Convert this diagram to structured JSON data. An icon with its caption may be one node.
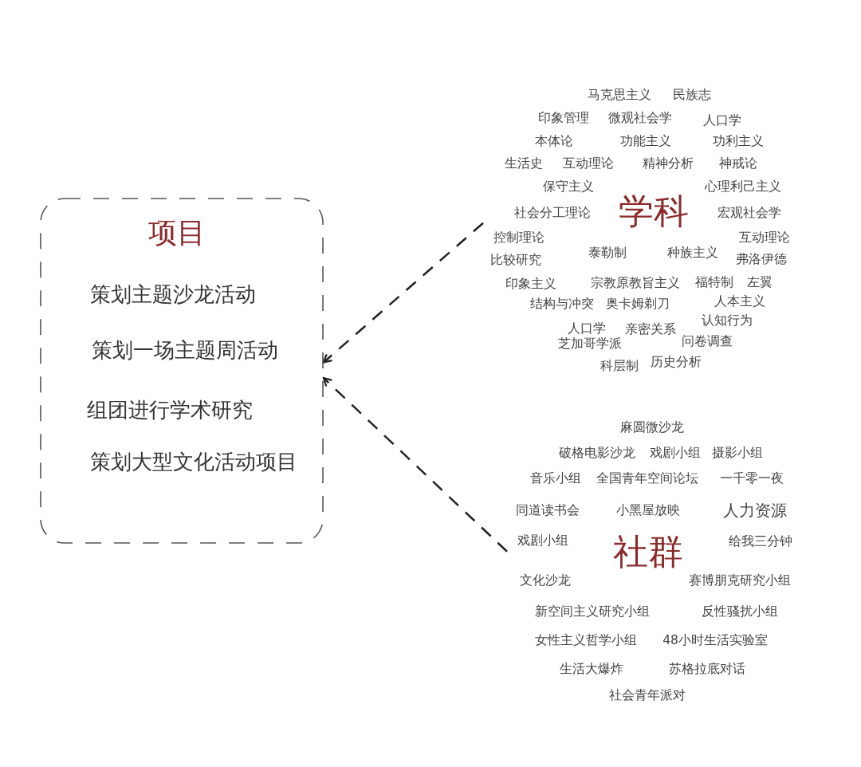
{
  "diagram": {
    "nodes": [
      {
        "text": [
          "项目",
          "策划主题沙龙活动",
          "策划一场主题周活动",
          "组团进行学术研究",
          "策划大型文化活动项目"
        ]
      },
      {
        "text": [
          "学科"
        ],
        "beside": [
          "马克思主义",
          "民族志",
          "印象管理",
          "微观社会学",
          "人口学",
          "本体论",
          "功能主义",
          "功利主义",
          "生活史",
          "互动理论",
          "精神分析",
          "神戒论",
          "保守主义",
          "心理利己主义",
          "社会分工理论",
          "宏观社会学",
          "控制理论",
          "互动理论",
          "泰勒制",
          "种族主义",
          "比较研究",
          "弗洛伊德",
          "印象主义",
          "宗教原教旨主义",
          "福特制",
          "左翼",
          "结构与冲突",
          "奥卡姆剃刀",
          "人本主义",
          "认知行为",
          "人口学",
          "亲密关系",
          "芝加哥学派",
          "问卷调查",
          "科层制",
          "历史分析"
        ]
      },
      {
        "text": [
          "社群"
        ],
        "beside": [
          "麻圆微沙龙",
          "破格电影沙龙",
          "戏剧小组",
          "摄影小组",
          "音乐小组",
          "全国青年空间论坛",
          "一千零一夜",
          "同道读书会",
          "小黑屋放映",
          "人力资源",
          "戏剧小组",
          "给我三分钟",
          "文化沙龙",
          "赛博朋克研究小组",
          "新空间主义研究小组",
          "反性骚扰小组",
          "女性主义哲学小组",
          "48小时生活实验室",
          "生活大爆炸",
          "苏格拉底对话",
          "社会青年派对"
        ]
      }
    ],
    "edges": [
      {
        "from": 1,
        "to": 0,
        "arrow": "to",
        "style": "dashed"
      },
      {
        "from": 2,
        "to": 0,
        "arrow": "to",
        "style": "dashed"
      }
    ]
  }
}
